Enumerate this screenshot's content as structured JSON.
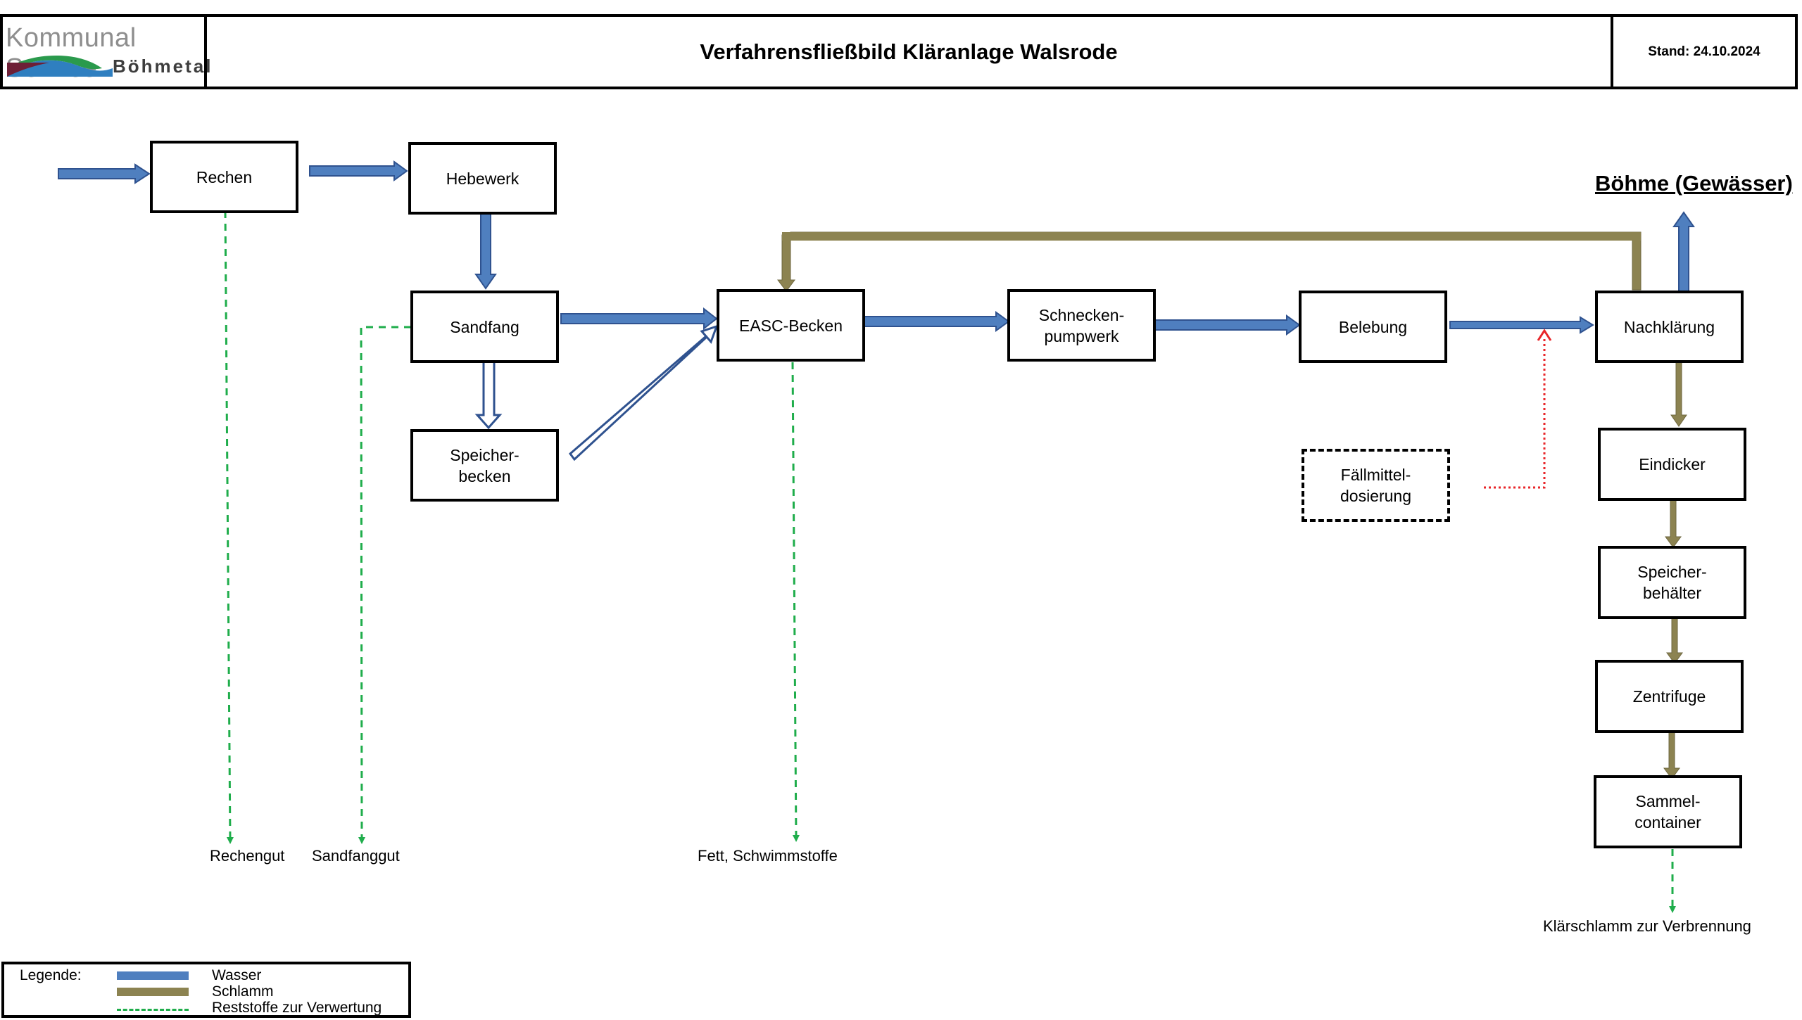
{
  "header": {
    "logo_line1": "Kommunal Service",
    "logo_line2": "Böhmetal",
    "title": "Verfahrensfließbild Kläranlage Walsrode",
    "date": "Stand: 24.10.2024"
  },
  "nodes": {
    "rechen": "Rechen",
    "hebewerk": "Hebewerk",
    "sandfang": "Sandfang",
    "speicherbecken_1": "Speicher-",
    "speicherbecken_2": "becken",
    "easc": "EASC-Becken",
    "schnecken_1": "Schnecken-",
    "schnecken_2": "pumpwerk",
    "belebung": "Belebung",
    "nachklaerung": "Nachklärung",
    "faellmittel_1": "Fällmittel-",
    "faellmittel_2": "dosierung",
    "eindicker": "Eindicker",
    "speicherbehaelter_1": "Speicher-",
    "speicherbehaelter_2": "behälter",
    "zentrifuge": "Zentrifuge",
    "sammel_1": "Sammel-",
    "sammel_2": "container"
  },
  "outputs": {
    "rechengut": "Rechengut",
    "sandfanggut": "Sandfanggut",
    "fett": "Fett, Schwimmstoffe",
    "klaerschlamm": "Klärschlamm zur Verbrennung"
  },
  "target": "Böhme (Gewässer)",
  "legend": {
    "title": "Legende:",
    "water": "Wasser",
    "sludge": "Schlamm",
    "residues": "Reststoffe zur Verwertung"
  },
  "colors": {
    "water": "#4f7fbf",
    "water_edge": "#2f528f",
    "sludge": "#8c8351",
    "residues": "#1fad4b",
    "dosing": "#e8262a",
    "logo_maroon": "#6e1f36",
    "logo_green": "#2a9a4c",
    "logo_blue": "#2f7fc0"
  }
}
